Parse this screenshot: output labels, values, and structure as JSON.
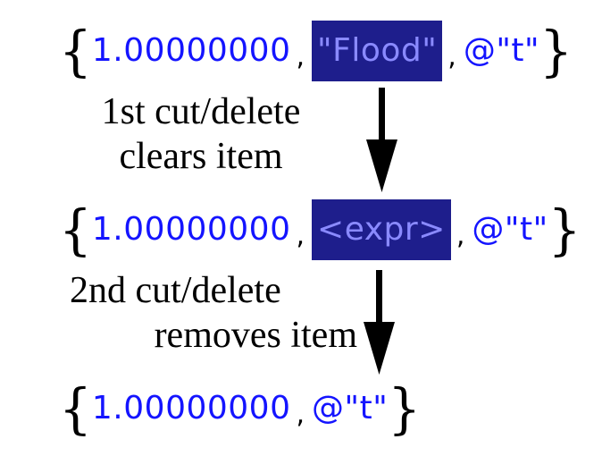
{
  "states": [
    {
      "open_brace": "{",
      "items": [
        {
          "text": "1.00000000",
          "selected": false
        },
        {
          "text": "\"Flood\"",
          "selected": true
        },
        {
          "text": "@\"t\"",
          "selected": false
        }
      ],
      "separator": ",",
      "close_brace": "}"
    },
    {
      "open_brace": "{",
      "items": [
        {
          "text": "1.00000000",
          "selected": false
        },
        {
          "text": "<expr>",
          "selected": true
        },
        {
          "text": "@\"t\"",
          "selected": false
        }
      ],
      "separator": ",",
      "close_brace": "}"
    },
    {
      "open_brace": "{",
      "items": [
        {
          "text": "1.00000000",
          "selected": false
        },
        {
          "text": "@\"t\"",
          "selected": false
        }
      ],
      "separator": ",",
      "close_brace": "}"
    }
  ],
  "transitions": [
    {
      "line1": "1st cut/delete",
      "line2": "clears item",
      "icon": "down-arrow-icon"
    },
    {
      "line1": "2nd cut/delete",
      "line2": "removes item",
      "icon": "down-arrow-icon"
    }
  ],
  "colors": {
    "value_text": "#1414ff",
    "selection_background": "#1e1e8c",
    "selection_text": "#8a8aff",
    "braces": "#000000",
    "captions": "#000000"
  }
}
